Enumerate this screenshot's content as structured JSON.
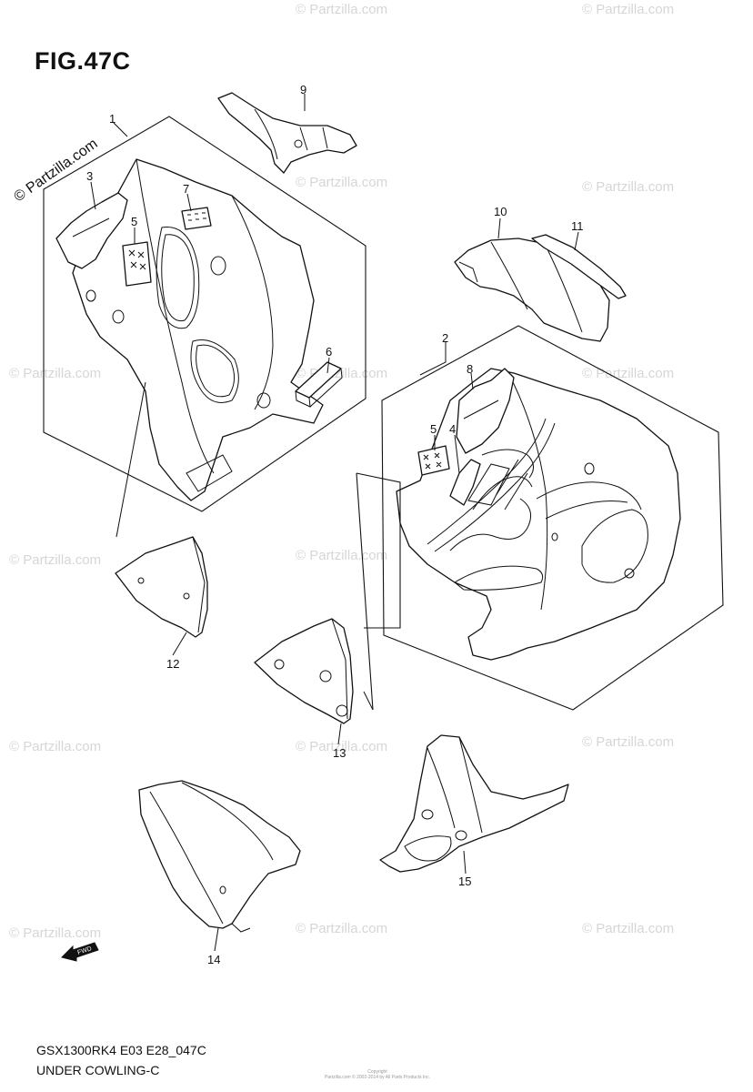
{
  "figure": {
    "title": "FIG.47C",
    "code": "GSX1300RK4 E03 E28_047C",
    "name": "UNDER COWLING-C",
    "watermark": "© Partzilla.com",
    "copyright_lines": [
      "Copyright",
      "Partzilla.com © 2002-2014 by All Parts Products Inc."
    ]
  },
  "callouts": [
    {
      "id": "callout-1",
      "label": "1"
    },
    {
      "id": "callout-2",
      "label": "2"
    },
    {
      "id": "callout-3",
      "label": "3"
    },
    {
      "id": "callout-4",
      "label": "4"
    },
    {
      "id": "callout-5a",
      "label": "5"
    },
    {
      "id": "callout-5b",
      "label": "5"
    },
    {
      "id": "callout-6",
      "label": "6"
    },
    {
      "id": "callout-7",
      "label": "7"
    },
    {
      "id": "callout-8",
      "label": "8"
    },
    {
      "id": "callout-9",
      "label": "9"
    },
    {
      "id": "callout-10",
      "label": "10"
    },
    {
      "id": "callout-11",
      "label": "11"
    },
    {
      "id": "callout-12",
      "label": "12"
    },
    {
      "id": "callout-13",
      "label": "13"
    },
    {
      "id": "callout-14",
      "label": "14"
    },
    {
      "id": "callout-15",
      "label": "15"
    }
  ],
  "fwd_label": "FWD"
}
